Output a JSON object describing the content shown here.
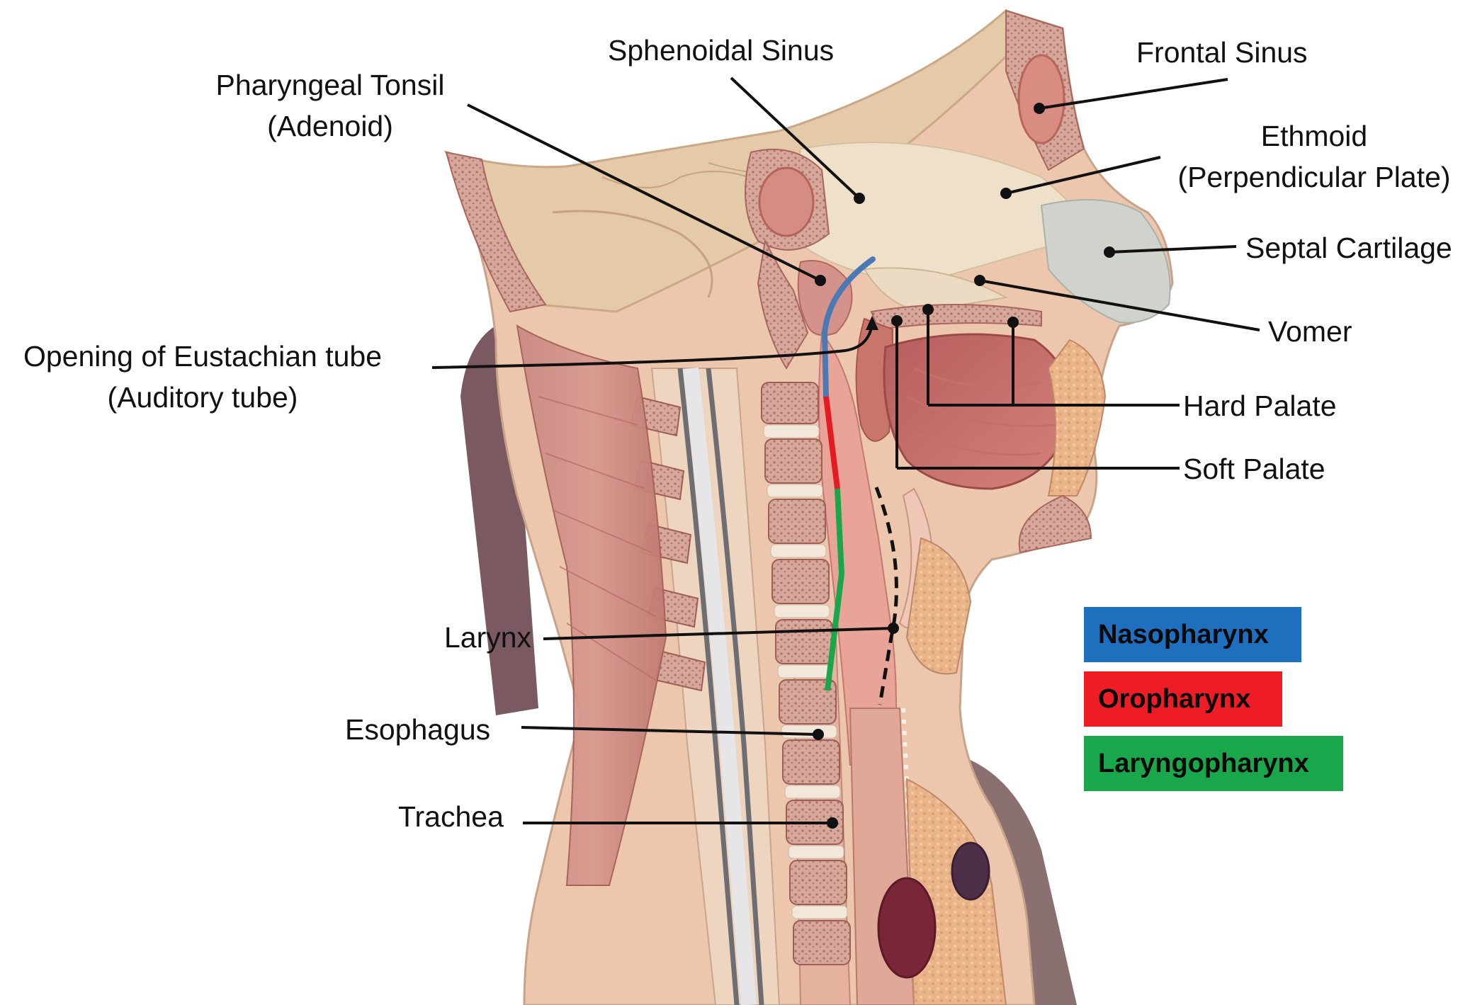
{
  "labels": {
    "sphenoidal_sinus": "Sphenoidal Sinus",
    "frontal_sinus": "Frontal Sinus",
    "pharyngeal_tonsil": "Pharyngeal Tonsil",
    "pharyngeal_tonsil_alt": "(Adenoid)",
    "ethmoid": "Ethmoid",
    "ethmoid_sub": "(Perpendicular Plate)",
    "septal_cartilage": "Septal Cartilage",
    "vomer": "Vomer",
    "eustachian_opening": "Opening of Eustachian tube",
    "eustachian_alt": "(Auditory tube)",
    "hard_palate": "Hard Palate",
    "soft_palate": "Soft Palate",
    "larynx": "Larynx",
    "esophagus": "Esophagus",
    "trachea": "Trachea"
  },
  "legend": [
    {
      "label": "Nasopharynx",
      "color": "#1f6fbf"
    },
    {
      "label": "Oropharynx",
      "color": "#ee1c24"
    },
    {
      "label": "Laryngopharynx",
      "color": "#1aa64a"
    }
  ],
  "colors": {
    "nasopharynx_line": "#4a79b3",
    "oropharynx_line": "#e41b23",
    "laryngopharynx_line": "#1aa64a",
    "leader_line": "#111111"
  }
}
